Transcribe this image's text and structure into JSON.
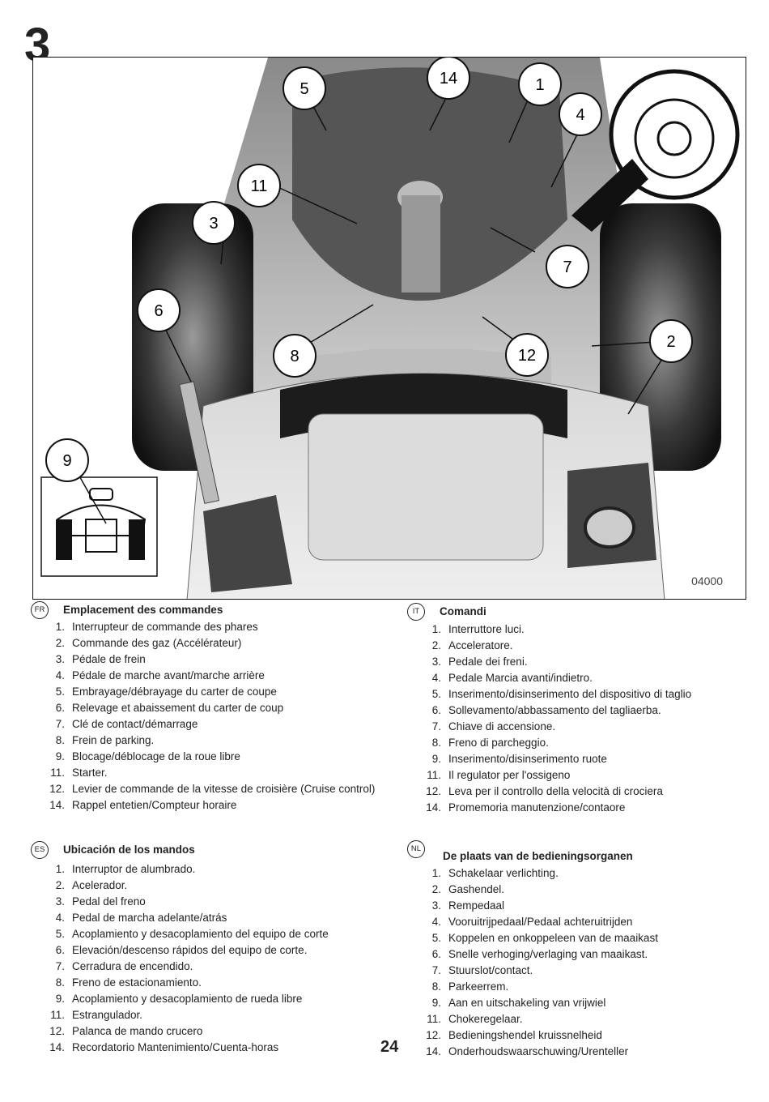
{
  "figure_number": "3",
  "figure_code": "04000",
  "callouts": [
    "1",
    "2",
    "3",
    "4",
    "5",
    "6",
    "7",
    "8",
    "9",
    "11",
    "12",
    "14"
  ],
  "page_number": "24",
  "sections": {
    "fr": {
      "lang": "FR",
      "title": "Emplacement des commandes",
      "items": [
        {
          "n": "1.",
          "t": "Interrupteur de commande des phares"
        },
        {
          "n": "2.",
          "t": "Commande des gaz (Accélérateur)"
        },
        {
          "n": "3.",
          "t": "Pédale de frein"
        },
        {
          "n": "4.",
          "t": "Pédale de marche avant/marche arrière"
        },
        {
          "n": "5.",
          "t": "Embrayage/débrayage du carter de coupe"
        },
        {
          "n": "6.",
          "t": "Relevage et abaissement du carter de coup"
        },
        {
          "n": "7.",
          "t": "Clé de contact/démarrage"
        },
        {
          "n": "8.",
          "t": "Frein de parking."
        },
        {
          "n": "9.",
          "t": "Blocage/déblocage de la roue libre"
        },
        {
          "n": "11.",
          "t": "Starter."
        },
        {
          "n": "12.",
          "t": "Levier de commande de la vitesse de croisière (Cruise control)"
        },
        {
          "n": "14.",
          "t": "Rappel entetien/Compteur horaire"
        }
      ]
    },
    "es": {
      "lang": "ES",
      "title": "Ubicación de los mandos",
      "items": [
        {
          "n": "1.",
          "t": "Interruptor de alumbrado."
        },
        {
          "n": "2.",
          "t": "Acelerador."
        },
        {
          "n": "3.",
          "t": "Pedal del freno"
        },
        {
          "n": "4.",
          "t": "Pedal de marcha adelante/atrás"
        },
        {
          "n": "5.",
          "t": "Acoplamiento y desacoplamiento del equipo de corte"
        },
        {
          "n": "6.",
          "t": "Elevación/descenso rápidos del equipo de corte."
        },
        {
          "n": "7.",
          "t": "Cerradura de encendido."
        },
        {
          "n": "8.",
          "t": "Freno de estacionamiento."
        },
        {
          "n": "9.",
          "t": "Acoplamiento y desacoplamiento de rueda libre"
        },
        {
          "n": "11.",
          "t": "Estrangulador."
        },
        {
          "n": "12.",
          "t": "Palanca de mando crucero"
        },
        {
          "n": "14.",
          "t": "Recordatorio Mantenimiento/Cuenta-horas"
        }
      ]
    },
    "it": {
      "lang": "IT",
      "title": "Comandi",
      "items": [
        {
          "n": "1.",
          "t": "Interruttore luci."
        },
        {
          "n": "2.",
          "t": "Acceleratore."
        },
        {
          "n": "3.",
          "t": "Pedale dei freni."
        },
        {
          "n": "4.",
          "t": "Pedale Marcia avanti/indietro."
        },
        {
          "n": "5.",
          "t": "Inserimento/disinserimento del dispositivo di taglio"
        },
        {
          "n": "6.",
          "t": "Sollevamento/abbassamento del tagliaerba."
        },
        {
          "n": "7.",
          "t": "Chiave di accensione."
        },
        {
          "n": "8.",
          "t": "Freno di parcheggio."
        },
        {
          "n": "9.",
          "t": "Inserimento/disinserimento ruote"
        },
        {
          "n": "11.",
          "t": "Il regulator per l'ossigeno"
        },
        {
          "n": "12.",
          "t": "Leva per il controllo della velocità di crociera"
        },
        {
          "n": "14.",
          "t": "Promemoria manutenzione/contaore"
        }
      ]
    },
    "nl": {
      "lang": "NL",
      "title": "De plaats van de bedieningsorganen",
      "items": [
        {
          "n": "1.",
          "t": "Schakelaar verlichting."
        },
        {
          "n": "2.",
          "t": "Gashendel."
        },
        {
          "n": "3.",
          "t": "Rempedaal"
        },
        {
          "n": "4.",
          "t": "Vooruitrijpedaal/Pedaal achteruitrijden"
        },
        {
          "n": "5.",
          "t": "Koppelen en onkoppeleen van de maaikast"
        },
        {
          "n": "6.",
          "t": "Snelle verhoging/verlaging van maaikast."
        },
        {
          "n": "7.",
          "t": "Stuurslot/contact."
        },
        {
          "n": "8.",
          "t": "Parkeerrem."
        },
        {
          "n": "9.",
          "t": "Aan en uitschakeling van vrijwiel"
        },
        {
          "n": "11.",
          "t": "Chokeregelaar."
        },
        {
          "n": "12.",
          "t": "Bedieningshendel kruissnelheid"
        },
        {
          "n": "14.",
          "t": "Onderhoudswaarschuwing/Urenteller"
        }
      ]
    }
  }
}
